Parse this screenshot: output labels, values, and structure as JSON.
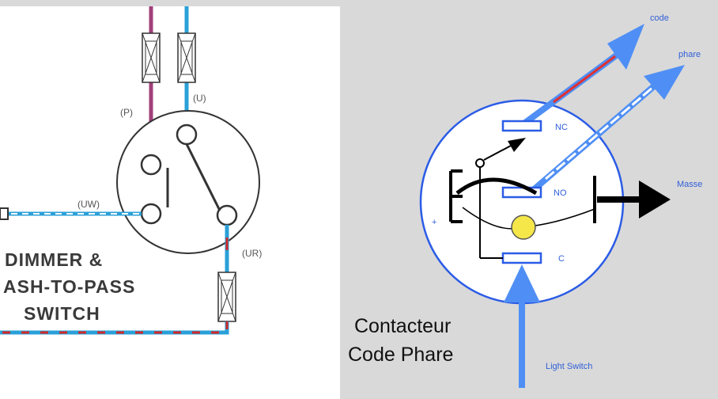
{
  "left_diagram": {
    "terminal_labels": {
      "p": "(P)",
      "u": "(U)",
      "uw": "(UW)",
      "ur": "(UR)"
    },
    "switch_label": [
      "DIMMER &",
      "ASH-TO-PASS",
      "SWITCH"
    ],
    "wire_colors": {
      "purple": "#a0407a",
      "blue": "#2aa0d8",
      "red": "#d02828"
    }
  },
  "right_diagram": {
    "contacts": {
      "nc": "NC",
      "no": "NO",
      "c": "C"
    },
    "outputs": {
      "code": "code",
      "phare": "phare",
      "masse": "Masse",
      "light_switch": "Light Switch"
    },
    "plus_sign": "+",
    "title": [
      "Contacteur",
      "Code Phare"
    ],
    "colors": {
      "arrow": "#4f8ff5",
      "circle_outline": "#2b5ce6",
      "circle_fill": "#ffffff",
      "lamp": "#f5e64a",
      "black": "#000000",
      "red": "#e03030"
    }
  }
}
